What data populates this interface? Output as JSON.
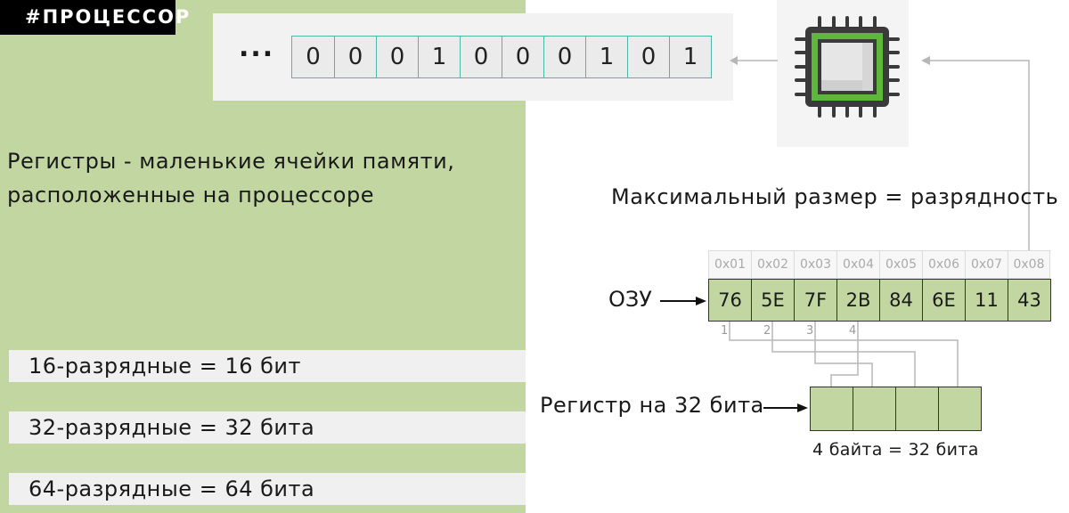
{
  "tag": "#ПРОЦЕССОР",
  "bits_display": {
    "ellipsis": "...",
    "bits": [
      "0",
      "0",
      "0",
      "1",
      "0",
      "0",
      "0",
      "1",
      "0",
      "1"
    ]
  },
  "headline": {
    "line1": "Регистры - маленькие ячейки памяти,",
    "line2": "расположенные на процессоре"
  },
  "bitness": [
    "16-разрядные = 16 бит",
    "32-разрядные = 32 бита",
    "64-разрядные = 64 бита"
  ],
  "max_size": "Максимальный размер = разрядность",
  "ram": {
    "label": "ОЗУ",
    "addresses": [
      "0x01",
      "0x02",
      "0x03",
      "0x04",
      "0x05",
      "0x06",
      "0x07",
      "0x08"
    ],
    "values": [
      "76",
      "5E",
      "7F",
      "2B",
      "84",
      "6E",
      "11",
      "43"
    ],
    "indices": [
      "1",
      "2",
      "3",
      "4"
    ]
  },
  "register": {
    "label": "Регистр на 32 бита",
    "caption": "4 байта = 32 бита",
    "cell_count": 4
  },
  "icons": [
    "cpu-icon",
    "arrow-right-icon",
    "arrow-left-icon"
  ],
  "colors": {
    "panel_green": "#c2d6a1",
    "cpu_green": "#5db83a",
    "bit_border": "#4fb7a8"
  }
}
